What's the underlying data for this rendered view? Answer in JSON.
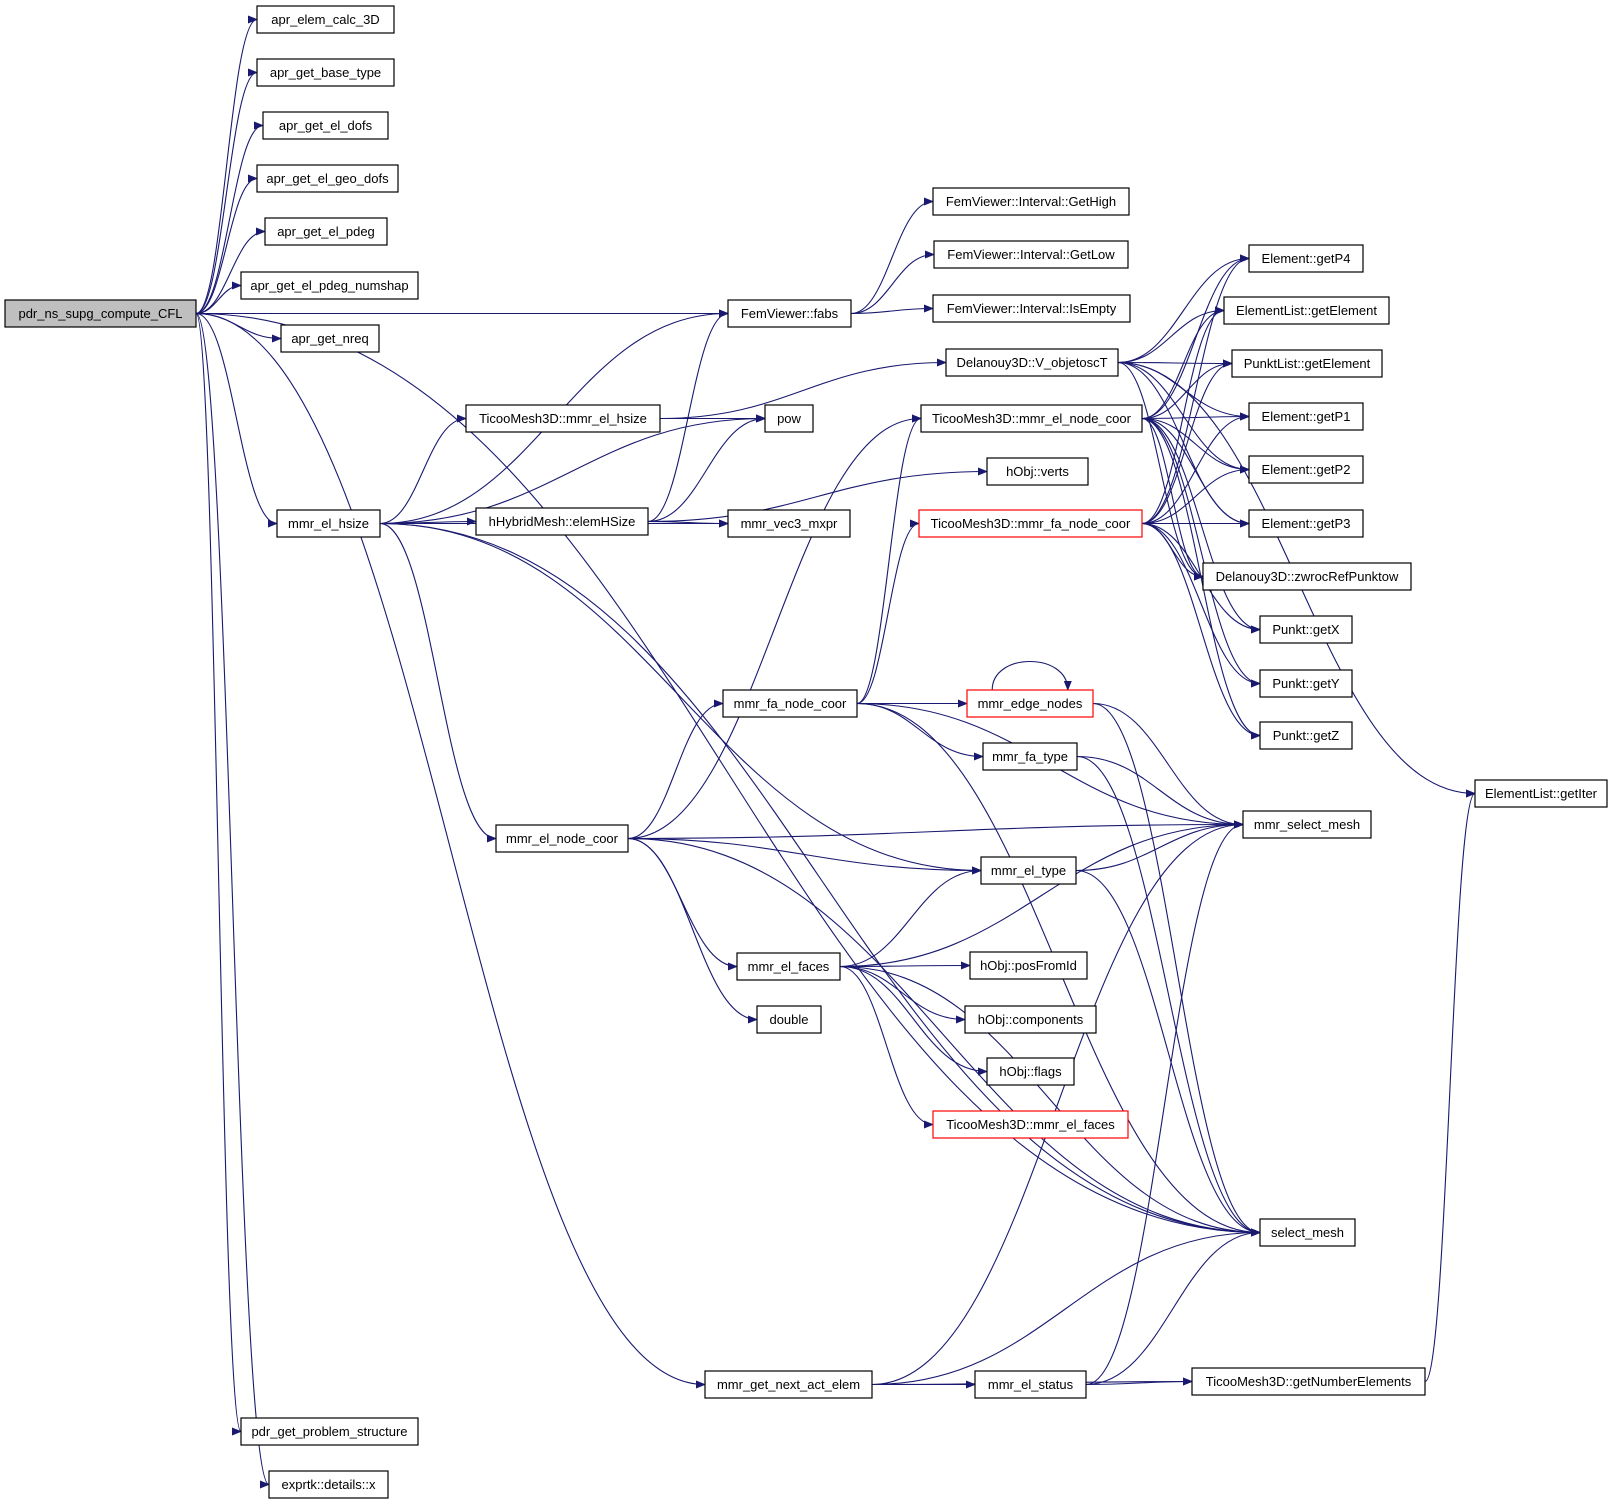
{
  "graph": {
    "edge_color": "#191970",
    "root_fill": "#bfbfbf",
    "truncated_node_border": "#ff0000",
    "nodes": [
      {
        "id": "root",
        "label": "pdr_ns_supg_compute_CFL",
        "style": "root"
      },
      {
        "id": "apr_elem_calc_3D",
        "label": "apr_elem_calc_3D"
      },
      {
        "id": "apr_get_base_type",
        "label": "apr_get_base_type"
      },
      {
        "id": "apr_get_el_dofs",
        "label": "apr_get_el_dofs"
      },
      {
        "id": "apr_get_el_geo_dofs",
        "label": "apr_get_el_geo_dofs"
      },
      {
        "id": "apr_get_el_pdeg",
        "label": "apr_get_el_pdeg"
      },
      {
        "id": "apr_get_el_pdeg_numshap",
        "label": "apr_get_el_pdeg_numshap"
      },
      {
        "id": "apr_get_nreq",
        "label": "apr_get_nreq"
      },
      {
        "id": "fabs",
        "label": "FemViewer::fabs"
      },
      {
        "id": "gethigh",
        "label": "FemViewer::Interval::GetHigh"
      },
      {
        "id": "getlow",
        "label": "FemViewer::Interval::GetLow"
      },
      {
        "id": "isempty",
        "label": "FemViewer::Interval::IsEmpty"
      },
      {
        "id": "vobj",
        "label": "Delanouy3D::V_objetoscT"
      },
      {
        "id": "t_hsize",
        "label": "TicooMesh3D::mmr_el_hsize"
      },
      {
        "id": "pow",
        "label": "pow"
      },
      {
        "id": "t_nodecoor",
        "label": "TicooMesh3D::mmr_el_node_coor"
      },
      {
        "id": "verts",
        "label": "hObj::verts"
      },
      {
        "id": "hsize",
        "label": "mmr_el_hsize"
      },
      {
        "id": "elemhsize",
        "label": "hHybridMesh::elemHSize"
      },
      {
        "id": "vec3",
        "label": "mmr_vec3_mxpr"
      },
      {
        "id": "t_fanode",
        "label": "TicooMesh3D::mmr_fa_node_coor",
        "style": "red"
      },
      {
        "id": "getp4",
        "label": "Element::getP4"
      },
      {
        "id": "el_getelement",
        "label": "ElementList::getElement"
      },
      {
        "id": "pk_getelement",
        "label": "PunktList::getElement"
      },
      {
        "id": "getp1",
        "label": "Element::getP1"
      },
      {
        "id": "getp2",
        "label": "Element::getP2"
      },
      {
        "id": "getp3",
        "label": "Element::getP3"
      },
      {
        "id": "zwroc",
        "label": "Delanouy3D::zwrocRefPunktow"
      },
      {
        "id": "getx",
        "label": "Punkt::getX"
      },
      {
        "id": "gety",
        "label": "Punkt::getY"
      },
      {
        "id": "getz",
        "label": "Punkt::getZ"
      },
      {
        "id": "getiter",
        "label": "ElementList::getIter"
      },
      {
        "id": "fanode",
        "label": "mmr_fa_node_coor"
      },
      {
        "id": "edgenodes",
        "label": "mmr_edge_nodes",
        "style": "red"
      },
      {
        "id": "fatype",
        "label": "mmr_fa_type"
      },
      {
        "id": "selmesh",
        "label": "mmr_select_mesh"
      },
      {
        "id": "nodecoor",
        "label": "mmr_el_node_coor"
      },
      {
        "id": "eltype",
        "label": "mmr_el_type"
      },
      {
        "id": "elfaces",
        "label": "mmr_el_faces"
      },
      {
        "id": "posfromid",
        "label": "hObj::posFromId"
      },
      {
        "id": "double",
        "label": "double"
      },
      {
        "id": "components",
        "label": "hObj::components"
      },
      {
        "id": "flags",
        "label": "hObj::flags"
      },
      {
        "id": "t_elfaces",
        "label": "TicooMesh3D::mmr_el_faces",
        "style": "red"
      },
      {
        "id": "select_mesh",
        "label": "select_mesh"
      },
      {
        "id": "nextact",
        "label": "mmr_get_next_act_elem"
      },
      {
        "id": "elstatus",
        "label": "mmr_el_status"
      },
      {
        "id": "numelems",
        "label": "TicooMesh3D::getNumberElements"
      },
      {
        "id": "probstruct",
        "label": "pdr_get_problem_structure"
      },
      {
        "id": "exprtk",
        "label": "exprtk::details::x"
      }
    ],
    "edges": [
      [
        "root",
        "apr_elem_calc_3D"
      ],
      [
        "root",
        "apr_get_base_type"
      ],
      [
        "root",
        "apr_get_el_dofs"
      ],
      [
        "root",
        "apr_get_el_geo_dofs"
      ],
      [
        "root",
        "apr_get_el_pdeg"
      ],
      [
        "root",
        "apr_get_el_pdeg_numshap"
      ],
      [
        "root",
        "apr_get_nreq"
      ],
      [
        "root",
        "fabs"
      ],
      [
        "root",
        "hsize"
      ],
      [
        "root",
        "nextact"
      ],
      [
        "root",
        "probstruct"
      ],
      [
        "root",
        "exprtk"
      ],
      [
        "root",
        "select_mesh"
      ],
      [
        "fabs",
        "gethigh"
      ],
      [
        "fabs",
        "getlow"
      ],
      [
        "fabs",
        "isempty"
      ],
      [
        "hsize",
        "fabs"
      ],
      [
        "hsize",
        "t_hsize"
      ],
      [
        "hsize",
        "pow"
      ],
      [
        "hsize",
        "elemhsize"
      ],
      [
        "hsize",
        "vec3"
      ],
      [
        "hsize",
        "nodecoor"
      ],
      [
        "hsize",
        "eltype"
      ],
      [
        "hsize",
        "select_mesh"
      ],
      [
        "t_hsize",
        "vobj"
      ],
      [
        "t_hsize",
        "pow"
      ],
      [
        "elemhsize",
        "fabs"
      ],
      [
        "elemhsize",
        "pow"
      ],
      [
        "elemhsize",
        "verts"
      ],
      [
        "elemhsize",
        "vec3"
      ],
      [
        "vobj",
        "getp4"
      ],
      [
        "vobj",
        "el_getelement"
      ],
      [
        "vobj",
        "pk_getelement"
      ],
      [
        "vobj",
        "getp1"
      ],
      [
        "vobj",
        "getp2"
      ],
      [
        "vobj",
        "getp3"
      ],
      [
        "vobj",
        "zwroc"
      ],
      [
        "vobj",
        "getiter"
      ],
      [
        "t_nodecoor",
        "getp4"
      ],
      [
        "t_nodecoor",
        "el_getelement"
      ],
      [
        "t_nodecoor",
        "pk_getelement"
      ],
      [
        "t_nodecoor",
        "getp1"
      ],
      [
        "t_nodecoor",
        "getp2"
      ],
      [
        "t_nodecoor",
        "getp3"
      ],
      [
        "t_nodecoor",
        "zwroc"
      ],
      [
        "t_nodecoor",
        "getx"
      ],
      [
        "t_nodecoor",
        "gety"
      ],
      [
        "t_nodecoor",
        "getz"
      ],
      [
        "t_fanode",
        "getp4"
      ],
      [
        "t_fanode",
        "el_getelement"
      ],
      [
        "t_fanode",
        "pk_getelement"
      ],
      [
        "t_fanode",
        "getp1"
      ],
      [
        "t_fanode",
        "getp2"
      ],
      [
        "t_fanode",
        "getp3"
      ],
      [
        "t_fanode",
        "zwroc"
      ],
      [
        "t_fanode",
        "getx"
      ],
      [
        "t_fanode",
        "gety"
      ],
      [
        "t_fanode",
        "getz"
      ],
      [
        "nodecoor",
        "t_nodecoor"
      ],
      [
        "nodecoor",
        "fanode"
      ],
      [
        "nodecoor",
        "selmesh"
      ],
      [
        "nodecoor",
        "eltype"
      ],
      [
        "nodecoor",
        "elfaces"
      ],
      [
        "nodecoor",
        "double"
      ],
      [
        "nodecoor",
        "select_mesh"
      ],
      [
        "fanode",
        "t_nodecoor"
      ],
      [
        "fanode",
        "t_fanode"
      ],
      [
        "fanode",
        "edgenodes"
      ],
      [
        "fanode",
        "fatype"
      ],
      [
        "fanode",
        "selmesh"
      ],
      [
        "fanode",
        "select_mesh"
      ],
      [
        "edgenodes",
        "edgenodes"
      ],
      [
        "edgenodes",
        "selmesh"
      ],
      [
        "edgenodes",
        "select_mesh"
      ],
      [
        "fatype",
        "selmesh"
      ],
      [
        "fatype",
        "select_mesh"
      ],
      [
        "eltype",
        "selmesh"
      ],
      [
        "eltype",
        "select_mesh"
      ],
      [
        "elfaces",
        "eltype"
      ],
      [
        "elfaces",
        "selmesh"
      ],
      [
        "elfaces",
        "posfromid"
      ],
      [
        "elfaces",
        "components"
      ],
      [
        "elfaces",
        "flags"
      ],
      [
        "elfaces",
        "t_elfaces"
      ],
      [
        "elfaces",
        "select_mesh"
      ],
      [
        "nextact",
        "selmesh"
      ],
      [
        "nextact",
        "elstatus"
      ],
      [
        "nextact",
        "select_mesh"
      ],
      [
        "nextact",
        "numelems"
      ],
      [
        "elstatus",
        "selmesh"
      ],
      [
        "elstatus",
        "select_mesh"
      ],
      [
        "elstatus",
        "numelems"
      ],
      [
        "numelems",
        "getiter"
      ]
    ]
  }
}
